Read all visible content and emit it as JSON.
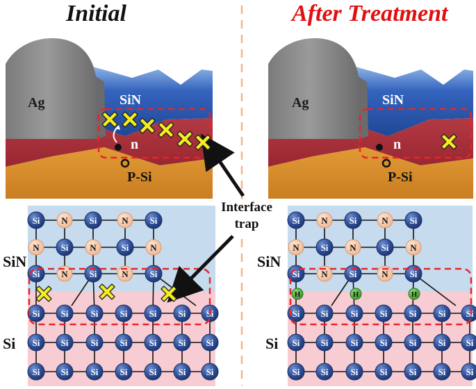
{
  "titles": {
    "initial": "Initial",
    "after": "After Treatment"
  },
  "labels": {
    "ag": "Ag",
    "sin": "SiN",
    "n": "n",
    "psi": "P-Si",
    "side_sin": "SiN",
    "side_si": "Si",
    "interface_trap_line1": "Interface",
    "interface_trap_line2": "trap"
  },
  "atoms": {
    "si": "Si",
    "n": "N",
    "h": "H"
  },
  "colors": {
    "title_initial": "#111111",
    "title_after": "#e01010",
    "dashed_box": "#e8242a",
    "trap_fill": "#f5ef1f",
    "si_atom": "#2f4f9a",
    "n_atom": "#f4c6a6",
    "h_atom": "#4caf3a",
    "sin_region": "#c6dbee",
    "si_region": "#f7cdd3",
    "layer_sin": "#2e57b0",
    "layer_n": "#a8303a",
    "layer_psi": "#d98c2a",
    "ag_metal": "#8a8a8a"
  },
  "icons": [
    "trap-x-icon",
    "electron-icon",
    "hole-icon",
    "arrow-icon"
  ]
}
